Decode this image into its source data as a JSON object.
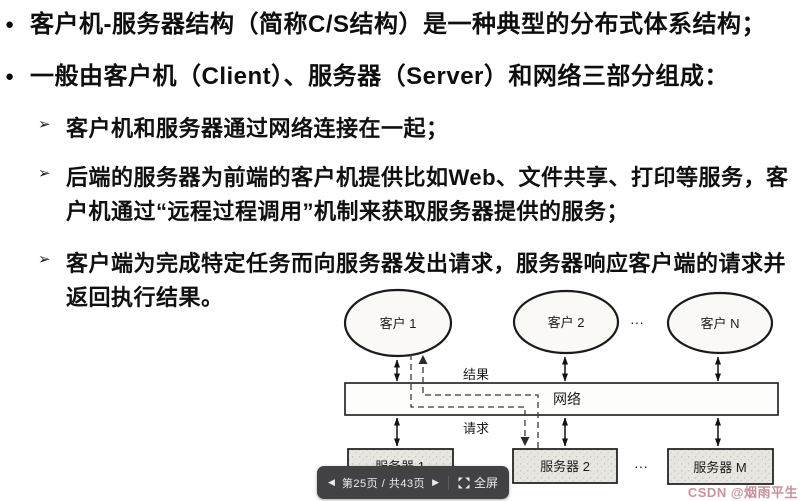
{
  "slide": {
    "bullet_marker": "●",
    "sub_marker": "➢",
    "bullets": [
      "客户机-服务器结构（简称C/S结构）是一种典型的分布式体系结构；",
      "一般由客户机（Client）、服务器（Server）和网络三部分组成："
    ],
    "sub_bullets": [
      {
        "lines": [
          "客户机和服务器通过网络连接在一起；",
          ""
        ]
      },
      {
        "lines": [
          "后端的服务器为前端的客户机提供比如Web、文件共享、打印等服务，客",
          "户机通过“远程过程调用”机制来获取服务器提供的服务；"
        ]
      },
      {
        "lines": [
          "客户端为完成特定任务而向服务器发出请求，服务器响应客户端的请求并",
          "返回执行结果。"
        ]
      }
    ]
  },
  "diagram": {
    "clients": [
      "客户 1",
      "客户 2",
      "客户 N"
    ],
    "client_ellipsis": "···",
    "network_label": "网络",
    "result_label": "结果",
    "request_label": "请求",
    "servers": [
      "服务器 1",
      "服务器 2",
      "服务器 M"
    ],
    "server_ellipsis": "···"
  },
  "pager": {
    "prev_icon": "◀",
    "page_label": "第25页 / 共43页",
    "next_icon": "▶",
    "fullscreen_label": "全屏"
  },
  "watermark": "CSDN @烟雨平生",
  "colors": {
    "text": "#111111",
    "pager_bg": "#424244",
    "pager_text": "#ececec",
    "watermark": "#c9929a",
    "server_box_fill": "#e8e6e1"
  }
}
